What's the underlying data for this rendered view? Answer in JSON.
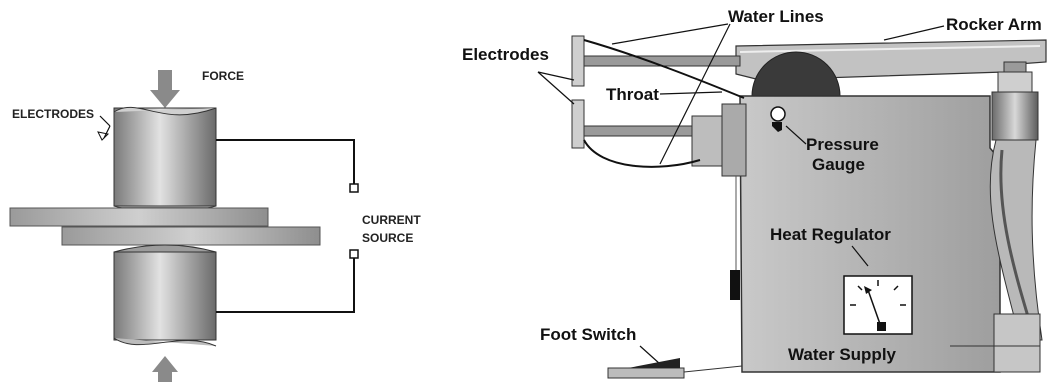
{
  "left_diagram": {
    "labels": {
      "force": "FORCE",
      "electrodes": "ELECTRODES",
      "current_source_line1": "CURRENT",
      "current_source_line2": "SOURCE"
    }
  },
  "right_diagram": {
    "labels": {
      "water_lines": "Water Lines",
      "rocker_arm": "Rocker Arm",
      "electrodes": "Electrodes",
      "throat": "Throat",
      "pressure_gauge_line1": "Pressure",
      "pressure_gauge_line2": "Gauge",
      "heat_regulator": "Heat Regulator",
      "foot_switch": "Foot Switch",
      "water_supply": "Water Supply"
    }
  },
  "colors": {
    "metal_dark": "#6d6d6d",
    "metal_light": "#d9d9d9",
    "machine_body": "#b4b4b4",
    "dome": "#3a3a3a",
    "line": "#111111"
  }
}
